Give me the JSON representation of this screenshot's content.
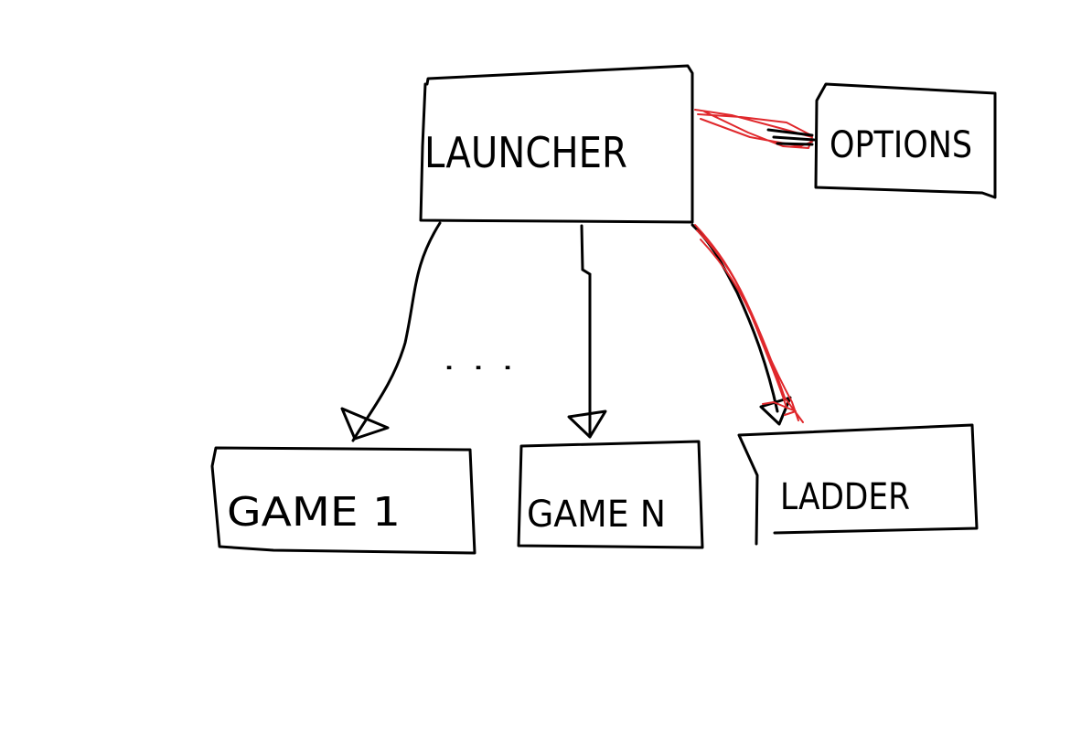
{
  "colors": {
    "background": "#ffffff",
    "ink": "#000000",
    "highlight": "#e0282c"
  },
  "nodes": {
    "launcher": {
      "label": "LAUNCHER"
    },
    "options": {
      "label": "OPTIONS"
    },
    "game_1": {
      "label": "GAME 1"
    },
    "game_n": {
      "label": "GAME N"
    },
    "ladder": {
      "label": "LADDER"
    }
  },
  "ellipsis": "..."
}
